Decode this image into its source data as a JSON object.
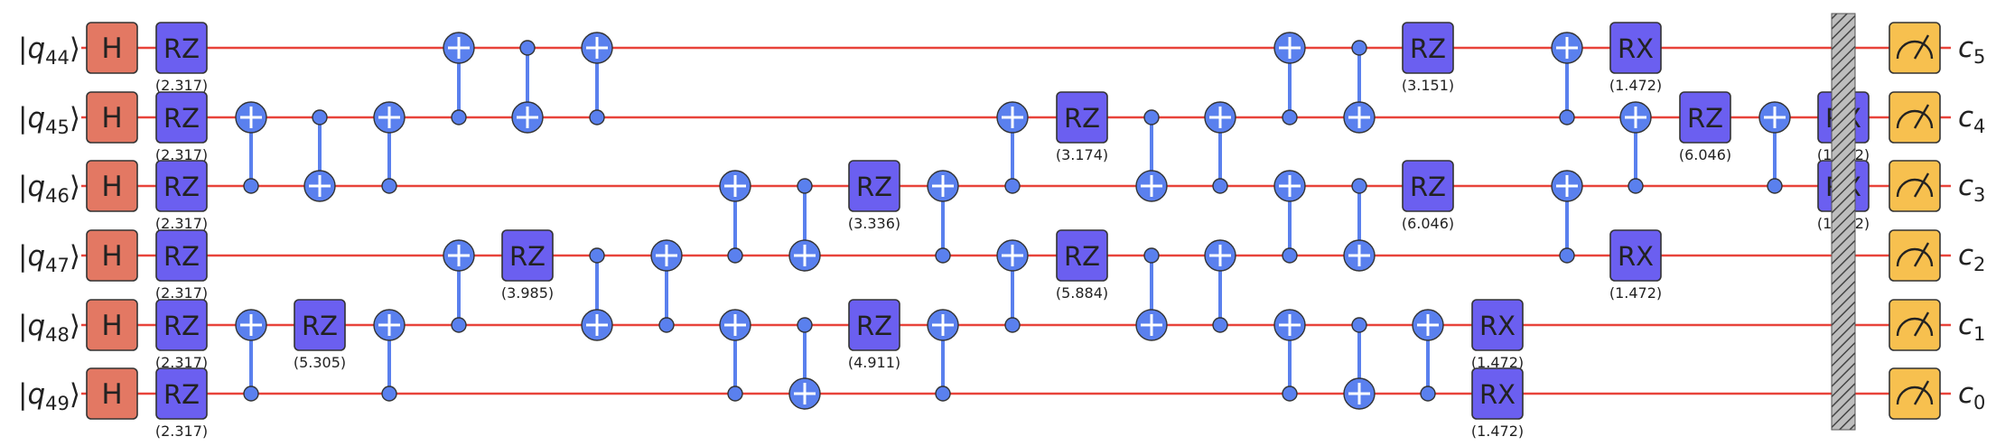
{
  "circuit": {
    "qubit_labels": [
      "q44",
      "q45",
      "q46",
      "q47",
      "q48",
      "q49"
    ],
    "classical_labels": [
      "c5",
      "c4",
      "c3",
      "c2",
      "c1",
      "c0"
    ],
    "colors": {
      "wire": "#e8433a",
      "h_gate": "#e37863",
      "rz_gate": "#6b5ff0",
      "cnot": "#5a80ee",
      "control_link": "#5a80ee",
      "barrier": "#bdbdbd",
      "measure": "#f7c04f"
    },
    "gates": [
      {
        "type": "H",
        "qubit": 0,
        "step": 0
      },
      {
        "type": "H",
        "qubit": 1,
        "step": 0
      },
      {
        "type": "H",
        "qubit": 2,
        "step": 0
      },
      {
        "type": "H",
        "qubit": 3,
        "step": 0
      },
      {
        "type": "H",
        "qubit": 4,
        "step": 0
      },
      {
        "type": "H",
        "qubit": 5,
        "step": 0
      },
      {
        "type": "RZ",
        "qubit": 0,
        "step": 1,
        "param": "(2.317)"
      },
      {
        "type": "RZ",
        "qubit": 1,
        "step": 1,
        "param": "(2.317)"
      },
      {
        "type": "RZ",
        "qubit": 2,
        "step": 1,
        "param": "(2.317)"
      },
      {
        "type": "RZ",
        "qubit": 3,
        "step": 1,
        "param": "(2.317)"
      },
      {
        "type": "RZ",
        "qubit": 4,
        "step": 1,
        "param": "(2.317)"
      },
      {
        "type": "RZ",
        "qubit": 5,
        "step": 1,
        "param": "(2.317)"
      },
      {
        "type": "CNOT",
        "control": 2,
        "target": 1,
        "step": 2
      },
      {
        "type": "CNOT",
        "control": 5,
        "target": 4,
        "step": 2
      },
      {
        "type": "CNOT",
        "control": 1,
        "target": 2,
        "step": 3
      },
      {
        "type": "RZ",
        "qubit": 4,
        "step": 3,
        "param": "(5.305)"
      },
      {
        "type": "CNOT",
        "control": 2,
        "target": 1,
        "step": 4
      },
      {
        "type": "CNOT",
        "control": 5,
        "target": 4,
        "step": 4
      },
      {
        "type": "CNOT",
        "control": 1,
        "target": 0,
        "step": 5
      },
      {
        "type": "CNOT",
        "control": 4,
        "target": 3,
        "step": 5
      },
      {
        "type": "CNOT",
        "control": 0,
        "target": 1,
        "step": 6
      },
      {
        "type": "RZ",
        "qubit": 3,
        "step": 6,
        "param": "(3.985)"
      },
      {
        "type": "CNOT",
        "control": 1,
        "target": 0,
        "step": 7
      },
      {
        "type": "CNOT",
        "control": 3,
        "target": 4,
        "step": 7
      },
      {
        "type": "CNOT",
        "control": 4,
        "target": 3,
        "step": 8
      },
      {
        "type": "CNOT",
        "control": 3,
        "target": 2,
        "step": 9
      },
      {
        "type": "CNOT",
        "control": 5,
        "target": 4,
        "step": 9
      },
      {
        "type": "CNOT",
        "control": 2,
        "target": 3,
        "step": 10
      },
      {
        "type": "CNOT",
        "control": 4,
        "target": 5,
        "step": 10
      },
      {
        "type": "RZ",
        "qubit": 2,
        "step": 11,
        "param": "(3.336)"
      },
      {
        "type": "RZ",
        "qubit": 4,
        "step": 11,
        "param": "(4.911)"
      },
      {
        "type": "CNOT",
        "control": 3,
        "target": 2,
        "step": 12
      },
      {
        "type": "CNOT",
        "control": 5,
        "target": 4,
        "step": 12
      },
      {
        "type": "CNOT",
        "control": 2,
        "target": 1,
        "step": 13
      },
      {
        "type": "CNOT",
        "control": 4,
        "target": 3,
        "step": 13
      },
      {
        "type": "RZ",
        "qubit": 1,
        "step": 14,
        "param": "(3.174)"
      },
      {
        "type": "RZ",
        "qubit": 3,
        "step": 14,
        "param": "(5.884)"
      },
      {
        "type": "CNOT",
        "control": 1,
        "target": 2,
        "step": 15
      },
      {
        "type": "CNOT",
        "control": 3,
        "target": 4,
        "step": 15
      },
      {
        "type": "CNOT",
        "control": 2,
        "target": 1,
        "step": 16
      },
      {
        "type": "CNOT",
        "control": 4,
        "target": 3,
        "step": 16
      },
      {
        "type": "CNOT",
        "control": 1,
        "target": 0,
        "step": 17
      },
      {
        "type": "CNOT",
        "control": 3,
        "target": 2,
        "step": 17
      },
      {
        "type": "CNOT",
        "control": 5,
        "target": 4,
        "step": 17
      },
      {
        "type": "CNOT",
        "control": 0,
        "target": 1,
        "step": 18
      },
      {
        "type": "CNOT",
        "control": 2,
        "target": 3,
        "step": 18
      },
      {
        "type": "CNOT",
        "control": 4,
        "target": 5,
        "step": 18
      },
      {
        "type": "RZ",
        "qubit": 0,
        "step": 19,
        "param": "(3.151)"
      },
      {
        "type": "RZ",
        "qubit": 2,
        "step": 19,
        "param": "(6.046)"
      },
      {
        "type": "CNOT",
        "control": 5,
        "target": 4,
        "step": 19
      },
      {
        "type": "RX",
        "qubit": 4,
        "step": 20,
        "param": "(1.472)"
      },
      {
        "type": "RX",
        "qubit": 5,
        "step": 20,
        "param": "(1.472)"
      },
      {
        "type": "CNOT",
        "control": 1,
        "target": 0,
        "step": 21
      },
      {
        "type": "CNOT",
        "control": 3,
        "target": 2,
        "step": 21
      },
      {
        "type": "CNOT",
        "control": 2,
        "target": 1,
        "step": 22
      },
      {
        "type": "RX",
        "qubit": 0,
        "step": 22,
        "param": "(1.472)"
      },
      {
        "type": "RX",
        "qubit": 3,
        "step": 22,
        "param": "(1.472)"
      },
      {
        "type": "RZ",
        "qubit": 1,
        "step": 23,
        "param": "(6.046)"
      },
      {
        "type": "CNOT",
        "control": 2,
        "target": 1,
        "step": 24
      },
      {
        "type": "RX",
        "qubit": 1,
        "step": 25,
        "param": "(1.472)"
      },
      {
        "type": "RX",
        "qubit": 2,
        "step": 25,
        "param": "(1.472)"
      },
      {
        "type": "BARRIER",
        "step": 26
      },
      {
        "type": "MEASURE",
        "qubit": 0,
        "step": 27
      },
      {
        "type": "MEASURE",
        "qubit": 1,
        "step": 27
      },
      {
        "type": "MEASURE",
        "qubit": 2,
        "step": 27
      },
      {
        "type": "MEASURE",
        "qubit": 3,
        "step": 27
      },
      {
        "type": "MEASURE",
        "qubit": 4,
        "step": 27
      },
      {
        "type": "MEASURE",
        "qubit": 5,
        "step": 27
      }
    ]
  }
}
